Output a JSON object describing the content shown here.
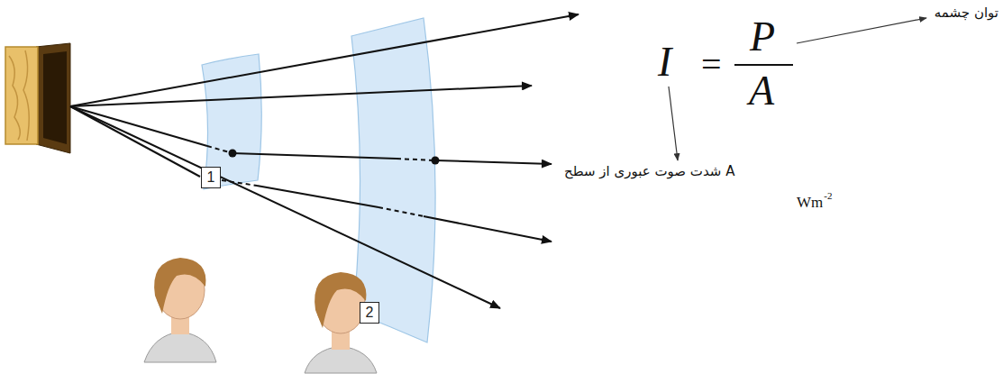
{
  "diagram": {
    "nodes": [
      {
        "text": [
          "1"
        ]
      },
      {
        "text": [
          "2"
        ]
      }
    ],
    "labels": [
      "توان چشمه",
      "I",
      "=",
      "P",
      "A",
      "شدت صوت عبوری از سطح A",
      "Wm",
      "-2"
    ]
  }
}
